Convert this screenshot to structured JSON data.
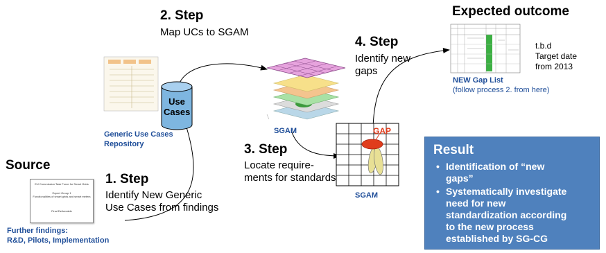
{
  "step1": {
    "title": "1. Step",
    "text1": "Identify New Generic",
    "text2": "Use Cases from findings"
  },
  "step2": {
    "title": "2. Step",
    "text": "Map UCs to SGAM"
  },
  "step3": {
    "title": "3. Step",
    "text1": "Locate require-",
    "text2": "ments for standards"
  },
  "step4": {
    "title": "4. Step",
    "text1": "Identify new",
    "text2": "gaps"
  },
  "source": {
    "title": "Source",
    "caption1": "Further findings:",
    "caption2": "R&D, Pilots, Implementation",
    "doc_line1": "EU Commission Task Force for Smart Grids",
    "doc_line2": "Expert Group 1",
    "doc_line3": "Functionalities of smart grids and smart meters",
    "doc_line4": "Final Deliverable"
  },
  "repository": {
    "cylinder_line1": "Use",
    "cylinder_line2": "Cases",
    "caption1": "Generic Use Cases",
    "caption2": "Repository"
  },
  "sgam1": {
    "caption": "SGAM"
  },
  "sgam2": {
    "caption": "SGAM",
    "gap_label": "GAP"
  },
  "outcome": {
    "title": "Expected outcome",
    "tbd": "t.b.d",
    "target1": "Target date",
    "target2": "from 2013",
    "list_title": "NEW Gap List",
    "list_sub": "(follow process 2. from here)"
  },
  "result": {
    "title": "Result",
    "bullets": [
      [
        "Identification of “new",
        "gaps”"
      ],
      [
        "Systematically investigate",
        "need for new",
        "standardization according",
        "to the new process",
        "established by SG-CG"
      ]
    ]
  },
  "colors": {
    "accent_blue": "#1f4e99",
    "result_bg": "#4f81bd",
    "gap_red": "#e03c1c",
    "green_bar": "#3cb043"
  }
}
